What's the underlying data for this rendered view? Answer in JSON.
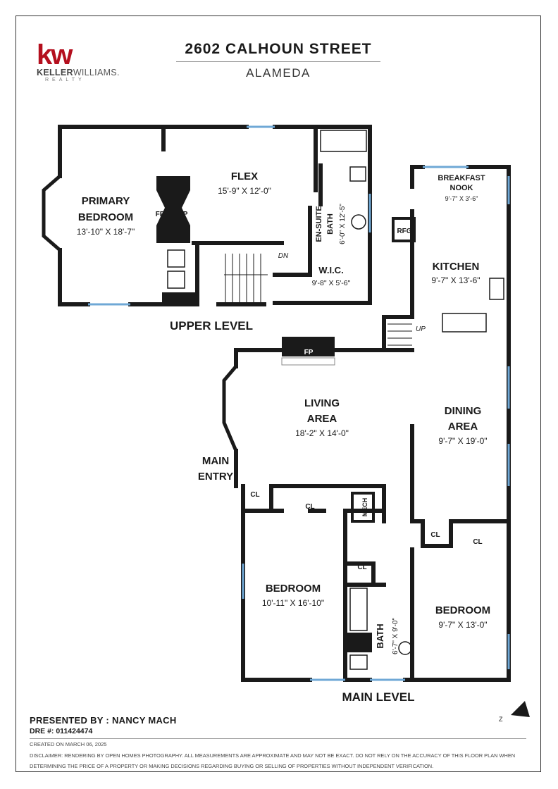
{
  "header": {
    "logo_mark": "kw",
    "logo_name_bold": "KELLER",
    "logo_name_light": "WILLIAMS.",
    "logo_sub": "REALTY",
    "title": "2602 CALHOUN STREET",
    "subtitle": "ALAMEDA"
  },
  "levels": {
    "upper": "UPPER LEVEL",
    "main": "MAIN LEVEL"
  },
  "rooms": {
    "primary_bedroom": {
      "line1": "PRIMARY",
      "line2": "BEDROOM",
      "size": "13'-10\" X 18'-7\""
    },
    "flex": {
      "name": "FLEX",
      "size": "15'-9\" X 12'-0\""
    },
    "ensuite_bath": {
      "line1": "EN-SUITE",
      "line2": "BATH",
      "size": "6'-0\" X 12'-5\""
    },
    "wic": {
      "name": "W.I.C.",
      "size": "9'-8\" X 5'-6\""
    },
    "breakfast_nook": {
      "line1": "BREAKFAST",
      "line2": "NOOK",
      "size": "9'-7\" X 3'-6\""
    },
    "kitchen": {
      "name": "KITCHEN",
      "size": "9'-7\" X 13'-6\""
    },
    "living_area": {
      "line1": "LIVING",
      "line2": "AREA",
      "size": "18'-2\" X 14'-0\""
    },
    "dining_area": {
      "line1": "DINING",
      "line2": "AREA",
      "size": "9'-7\" X 19'-0\""
    },
    "main_entry": {
      "line1": "MAIN",
      "line2": "ENTRY"
    },
    "bedroom_left": {
      "name": "BEDROOM",
      "size": "10'-11\" X 16'-10\""
    },
    "bedroom_right": {
      "name": "BEDROOM",
      "size": "9'-7\" X 13'-0\""
    },
    "bath": {
      "name": "BATH",
      "size": "6'-7\" X 9'-0\""
    }
  },
  "small_labels": {
    "fp": "FP",
    "rfg": "RFG",
    "mech": "MECH",
    "cl": "CL",
    "dn": "DN",
    "up": "UP"
  },
  "footer": {
    "presented_by": "PRESENTED BY : NANCY MACH",
    "dre": "DRE #: 011424474",
    "created": "CREATED ON MARCH 06, 2025",
    "disclaimer": "DISCLAIMER: RENDERING BY OPEN HOMES PHOTOGRAPHY. ALL MEASUREMENTS ARE APPROXIMATE AND MAY NOT BE EXACT. DO NOT RELY ON THE ACCURACY OF THIS FLOOR PLAN WHEN DETERMINING THE PRICE OF A PROPERTY OR MAKING DECISIONS REGARDING BUYING OR SELLING OF PROPERTIES WITHOUT INDEPENDENT VERIFICATION."
  },
  "colors": {
    "wall": "#1a1a1a",
    "window": "#6fa8d6",
    "brand_red": "#b40f1e"
  }
}
